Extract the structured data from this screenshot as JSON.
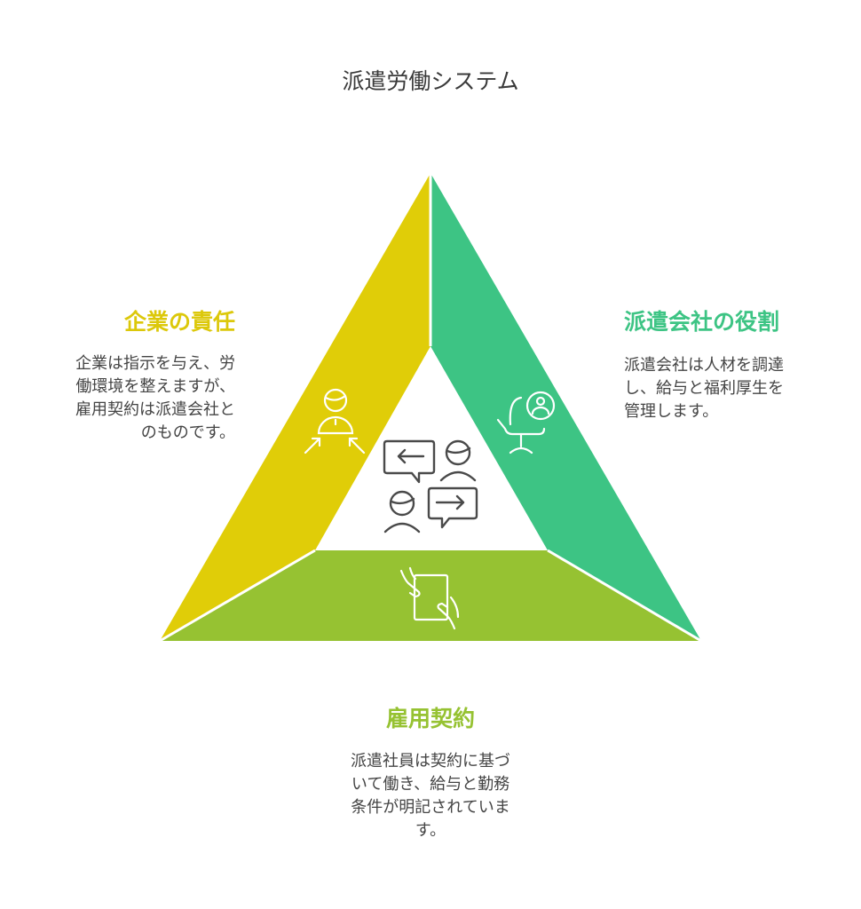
{
  "title": "派遣労働システム",
  "colors": {
    "company": "#E0CD08",
    "agency": "#3DC484",
    "contract": "#96C232",
    "icon": "#4a4a4a"
  },
  "sections": {
    "company": {
      "heading": "企業の責任",
      "lines": [
        "企業は指示を与え、労",
        "働環境を整えますが、",
        "雇用契約は派遣会社と",
        "のものです。"
      ],
      "icon": "person-with-arrows-icon"
    },
    "agency": {
      "heading": "派遣会社の役割",
      "lines": [
        "派遣会社は人材を調達",
        "し、給与と福利厚生を",
        "管理します。"
      ],
      "icon": "office-chair-user-icon"
    },
    "contract": {
      "heading": "雇用契約",
      "lines": [
        "派遣社員は契約に基づ",
        "いて働き、給与と勤務",
        "条件が明記されていま",
        "す。"
      ],
      "icon": "hands-holding-document-icon"
    },
    "center": {
      "icon": "people-conversation-icon"
    }
  }
}
